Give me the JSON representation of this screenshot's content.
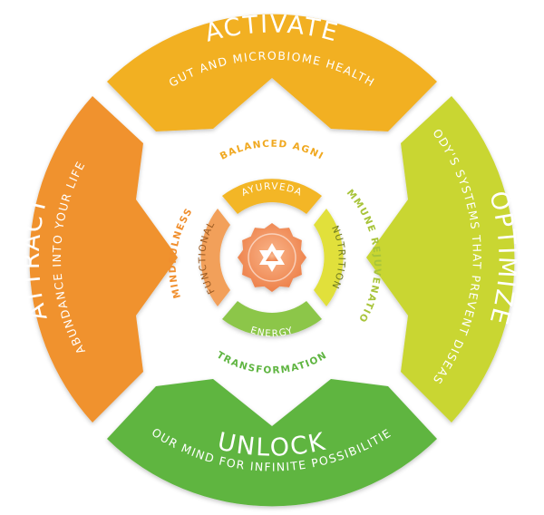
{
  "segments": {
    "top": {
      "title": "ACTIVATE",
      "subtitle": "GUT AND MICROBIOME HEALTH"
    },
    "right": {
      "title": "OPTIMIZE",
      "subtitle": "BODY'S SYSTEMS THAT PREVENT DISEASE"
    },
    "bottom": {
      "title": "UNLOCK",
      "subtitle": "YOUR MIND FOR INFINITE POSSIBILITIES"
    },
    "left": {
      "title": "ATTRACT",
      "subtitle": "ABUNDANCE INTO YOUR LIFE"
    }
  },
  "ring_labels": {
    "top": "BALANCED AGNI",
    "right": "IMMUNE REJUVENATION",
    "bottom": "TRANSFORMATION",
    "left": "MINDFULNESS"
  },
  "bands": {
    "top": "AYURVEDA",
    "right": "NUTRITION",
    "bottom": "ENERGY",
    "left": "FUNCTIONAL"
  },
  "colors": {
    "top": "#f2b022",
    "right": "#c9d633",
    "bottom": "#5fb541",
    "left": "#f0922e",
    "band_top": "#f3b625",
    "band_right": "#e1e03a",
    "band_bottom": "#8cc64a",
    "band_left": "#f2a05a",
    "ring_top": "#f0a81f",
    "ring_right": "#a8c43a",
    "ring_bottom": "#5fb541",
    "ring_left": "#f08f2e",
    "center_seal": "#f08a4e",
    "center_seal_light": "#f7a97c",
    "background": "#ffffff"
  },
  "center": {
    "icon": "star-of-david-seal-icon"
  }
}
